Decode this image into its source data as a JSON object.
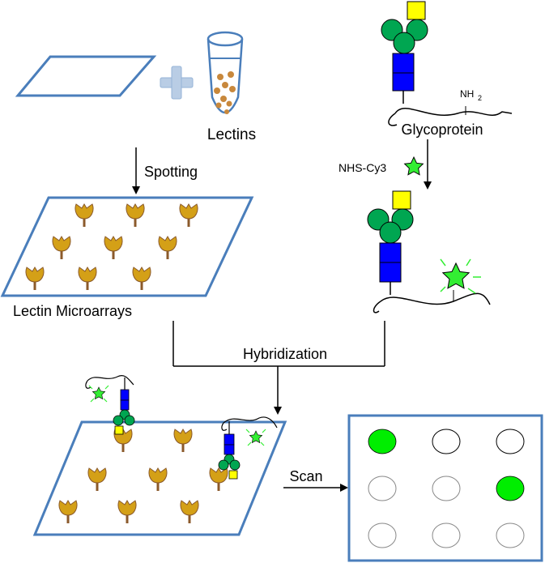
{
  "labels": {
    "lectins": "Lectins",
    "spotting": "Spotting",
    "lectin_microarrays": "Lectin Microarrays",
    "glycoprotein": "Glycoprotein",
    "nh2_main": "NH",
    "nh2_sub": "2",
    "nhs_cy3": "NHS-Cy3",
    "hybridization": "Hybridization",
    "scan": "Scan"
  },
  "scan_result": {
    "rows": 3,
    "cols": 3,
    "lit_spots": [
      [
        0,
        0
      ],
      [
        1,
        2
      ]
    ]
  },
  "colors": {
    "slide_border": "#4a7ebb",
    "plus": "#b9cde5",
    "lectin": "#d4a017",
    "lectin_stem": "#8b5a2b",
    "glycan_circle": "#00a651",
    "glycan_square": "#ffff00",
    "peptide_block": "#0000ff",
    "cy3_star": "#33ee33",
    "scan_lit": "#00ee00",
    "scan_off_stroke": "#888888",
    "tube": "#4a7ebb",
    "tube_lectin": "#c8883c"
  }
}
